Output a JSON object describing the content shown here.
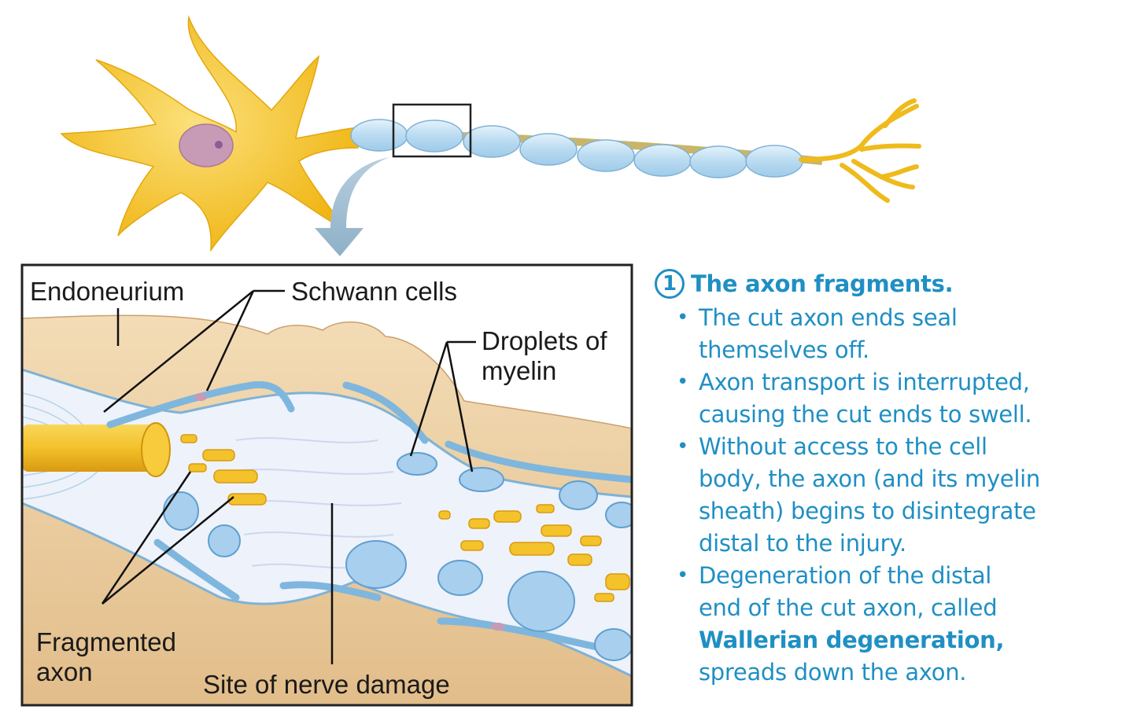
{
  "labels": {
    "endoneurium": "Endoneurium",
    "schwann_cells": "Schwann cells",
    "droplets_line1": "Droplets of",
    "droplets_line2": "myelin",
    "fragmented_line1": "Fragmented",
    "fragmented_line2": "axon",
    "site": "Site of nerve damage"
  },
  "step": {
    "number": "1",
    "title": "The axon fragments.",
    "bullets": [
      {
        "lines": [
          "The cut axon ends seal",
          "themselves off."
        ]
      },
      {
        "lines": [
          "Axon transport is interrupted,",
          "causing the cut ends to swell."
        ]
      },
      {
        "lines": [
          "Without access to the cell",
          "body, the axon (and its myelin",
          "sheath) begins to disintegrate",
          "distal to the injury."
        ]
      },
      {
        "lines": [
          "Degeneration of the distal",
          "end of the cut axon, called"
        ],
        "bold": "Wallerian degeneration",
        "bold_suffix": ",",
        "last": "spreads down the axon."
      }
    ]
  },
  "colors": {
    "neuron": "#f5c526",
    "myelin": "#bcdcf2",
    "connective_tissue": "#efd2a8",
    "step_text": "#1f8fc4"
  }
}
